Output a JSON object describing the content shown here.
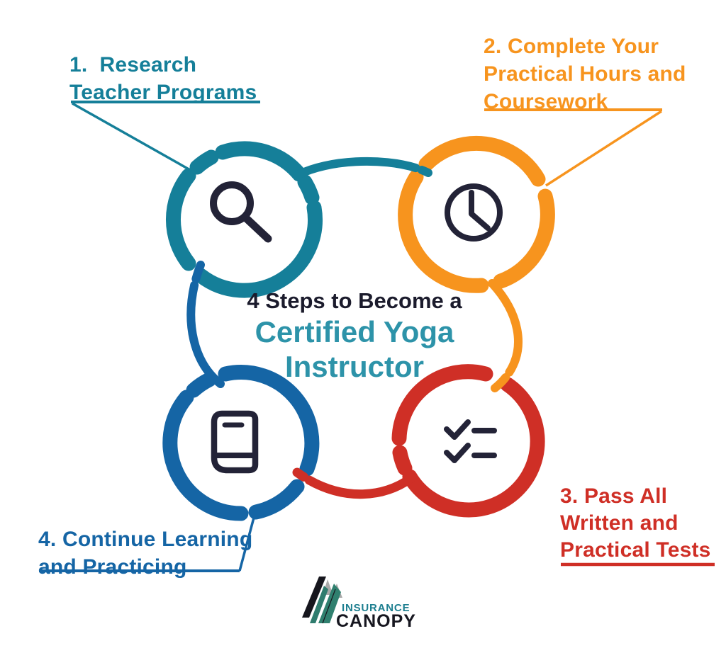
{
  "title": {
    "line1": "4 Steps to Become a",
    "line2": "Certified Yoga",
    "line3": "Instructor"
  },
  "steps": [
    {
      "number": 1,
      "lines": [
        "1.  Research",
        "Teacher Programs"
      ],
      "color": "#157f99",
      "icon": "search-icon"
    },
    {
      "number": 2,
      "lines": [
        "2. Complete Your",
        "Practical Hours and",
        "Coursework"
      ],
      "color": "#f7941e",
      "icon": "clock-icon"
    },
    {
      "number": 3,
      "lines": [
        "3. Pass All",
        "Written and",
        "Practical Tests"
      ],
      "color": "#cf2f26",
      "icon": "checklist-icon"
    },
    {
      "number": 4,
      "lines": [
        "4. Continue Learning",
        "and Practicing"
      ],
      "color": "#1565a5",
      "icon": "book-icon"
    }
  ],
  "logo": {
    "line1": "INSURANCE",
    "line2": "CANOPY"
  },
  "colors": {
    "teal": "#157f99",
    "orange": "#f7941e",
    "red": "#cf2f26",
    "blue": "#1565a5",
    "center_title_dark": "#1b1b2c",
    "center_title_teal": "#2d93a9",
    "icon_navy": "#232337",
    "logo_text_teal": "#1e7f90",
    "logo_text_dark": "#16161f",
    "logo_stripe_teal": "#2f7c6e",
    "logo_gray": "#a9a9a9",
    "logo_black": "#16161d",
    "background": "#ffffff"
  }
}
